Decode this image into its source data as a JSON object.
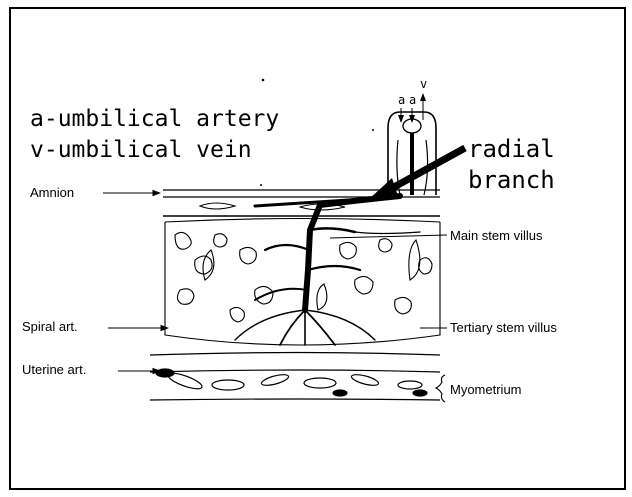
{
  "legend": {
    "line_a": "a-umbilical artery",
    "line_v": "v-umbilical vein"
  },
  "callout": {
    "line1": "radial",
    "line2": "branch"
  },
  "cord_labels": {
    "a1": "a",
    "a2": "a",
    "v": "v"
  },
  "labels": {
    "amnion": "Amnion",
    "main_stem_villus": "Main stem  villus",
    "spiral_art": "Spiral art.",
    "tertiary_stem_villus": "Tertiary stem villus",
    "uterine_art": "Uterine art.",
    "myometrium": "Myometrium"
  },
  "colors": {
    "ink": "#000000",
    "paper": "#ffffff"
  }
}
